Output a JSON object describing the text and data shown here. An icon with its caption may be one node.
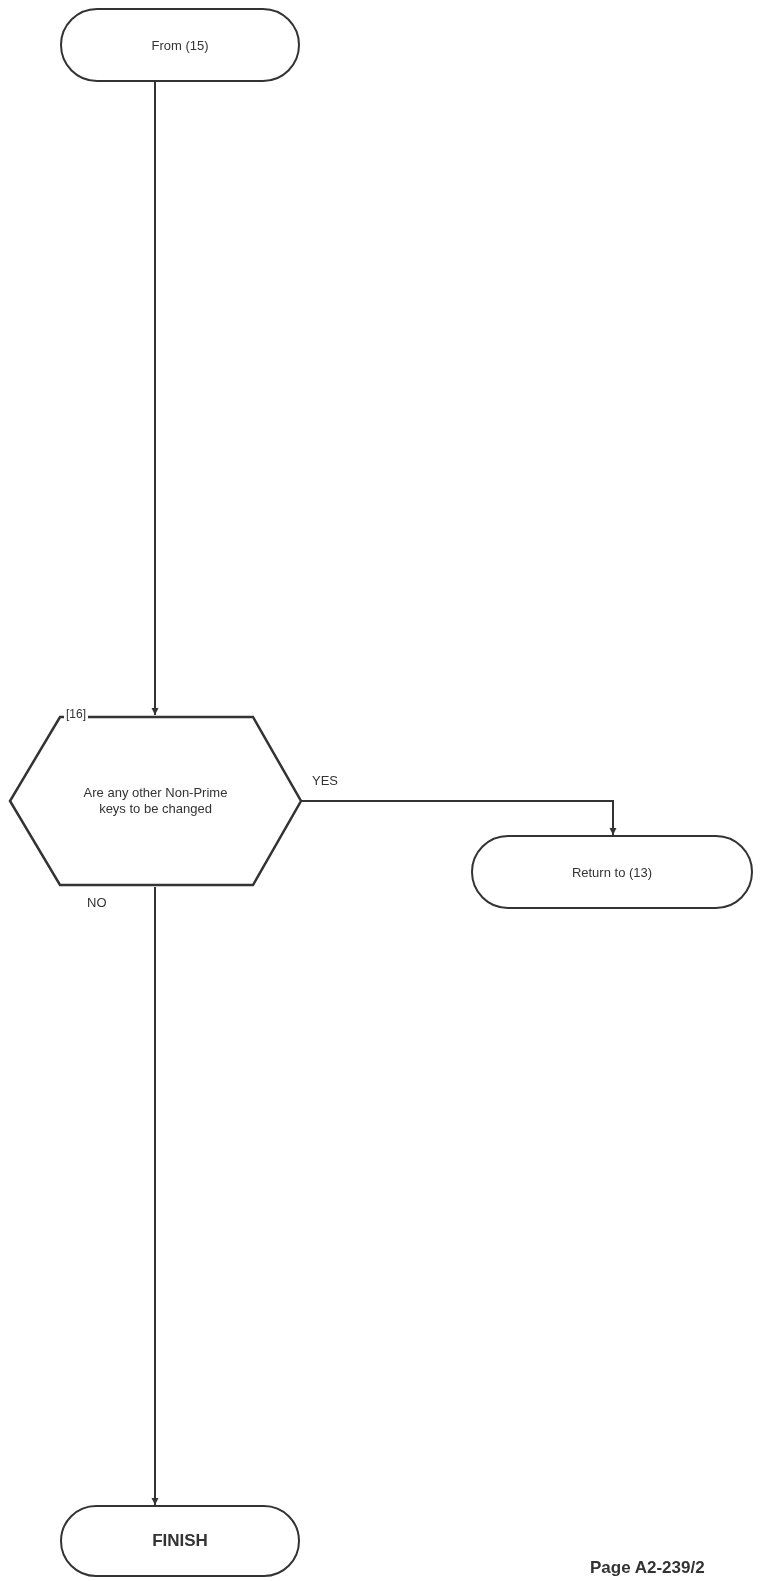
{
  "diagram": {
    "nodes": [
      {
        "text": [
          "From (15)"
        ]
      },
      {
        "text": [
          "[16]",
          "Are any other Non-Prime keys to be changed"
        ]
      },
      {
        "text": [
          "Return to (13)"
        ]
      },
      {
        "text": [
          "FINISH"
        ]
      }
    ],
    "edges": [
      {
        "from": 0,
        "to": 1,
        "arrow": "to"
      },
      {
        "from": 1,
        "to": 2,
        "arrow": "to",
        "label": "YES"
      },
      {
        "from": 1,
        "to": 3,
        "arrow": "to",
        "label": "NO"
      }
    ],
    "labels": [
      "Page A2-239/2"
    ]
  }
}
